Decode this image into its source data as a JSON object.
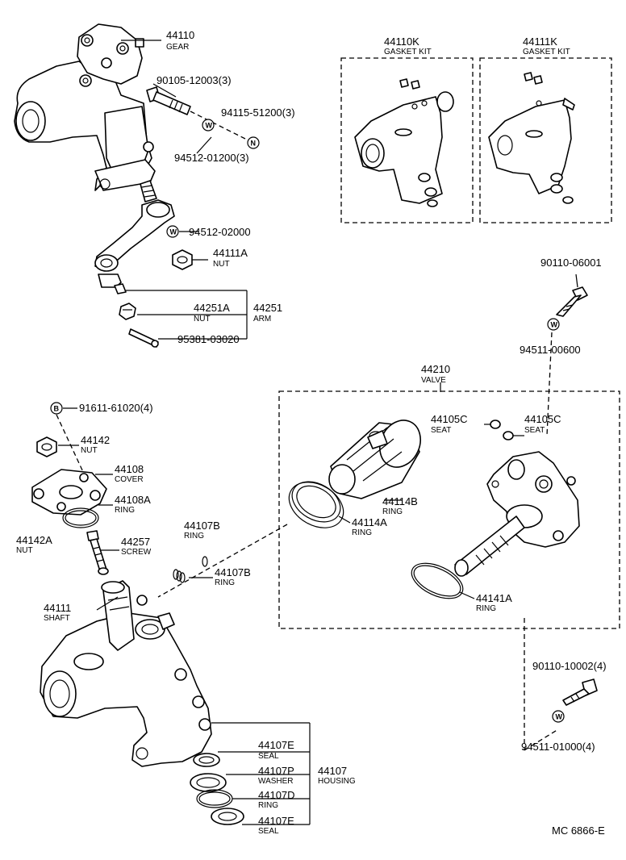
{
  "labels": {
    "gear": {
      "num": "44110",
      "desc": "GEAR"
    },
    "bolt1": {
      "num": "90105-12003(3)"
    },
    "nut1": {
      "num": "94115-51200(3)"
    },
    "washer1": {
      "num": "94512-01200(3)"
    },
    "gasket_kit_k": {
      "num": "44110K",
      "desc": "GASKET KIT"
    },
    "gasket_kit_k2": {
      "num": "44111K",
      "desc": "GASKET KIT"
    },
    "washer2": {
      "num": "94512-02000"
    },
    "nut_44111a": {
      "num": "44111A",
      "desc": "NUT"
    },
    "bolt2": {
      "num": "90110-06001"
    },
    "nut_44251a": {
      "num": "44251A",
      "desc": "NUT"
    },
    "arm": {
      "num": "44251",
      "desc": "ARM"
    },
    "pin": {
      "num": "95381-03020"
    },
    "washer3": {
      "num": "94511-00600"
    },
    "valve": {
      "num": "44210",
      "desc": "VALVE"
    },
    "b_washer": {
      "num": "91611-61020(4)"
    },
    "nut_44142": {
      "num": "44142",
      "desc": "NUT"
    },
    "cover": {
      "num": "44108",
      "desc": "COVER"
    },
    "ring_44108a": {
      "num": "44108A",
      "desc": "RING"
    },
    "seat1": {
      "num": "44105C",
      "desc": "SEAT"
    },
    "seat2": {
      "num": "44105C",
      "desc": "SEAT"
    },
    "ring_44114b": {
      "num": "44114B",
      "desc": "RING"
    },
    "ring_44114a": {
      "num": "44114A",
      "desc": "RING"
    },
    "ring_44107b_1": {
      "num": "44107B",
      "desc": "RING"
    },
    "ring_44107b_2": {
      "num": "44107B",
      "desc": "RING"
    },
    "nut_44142a": {
      "num": "44142A",
      "desc": "NUT"
    },
    "screw": {
      "num": "44257",
      "desc": "SCREW"
    },
    "ring_44141a": {
      "num": "44141A",
      "desc": "RING"
    },
    "shaft": {
      "num": "44111",
      "desc": "SHAFT"
    },
    "bolt3": {
      "num": "90110-10002(4)"
    },
    "washer4": {
      "num": "94511-01000(4)"
    },
    "seal1": {
      "num": "44107E",
      "desc": "SEAL"
    },
    "washer_44107p": {
      "num": "44107P",
      "desc": "WASHER"
    },
    "housing": {
      "num": "44107",
      "desc": "HOUSING"
    },
    "ring_44107d": {
      "num": "44107D",
      "desc": "RING"
    },
    "seal2": {
      "num": "44107E",
      "desc": "SEAL"
    }
  },
  "symbols": {
    "w": "W",
    "n": "N",
    "b": "B"
  },
  "footer": {
    "code": "MC  6866-E"
  }
}
